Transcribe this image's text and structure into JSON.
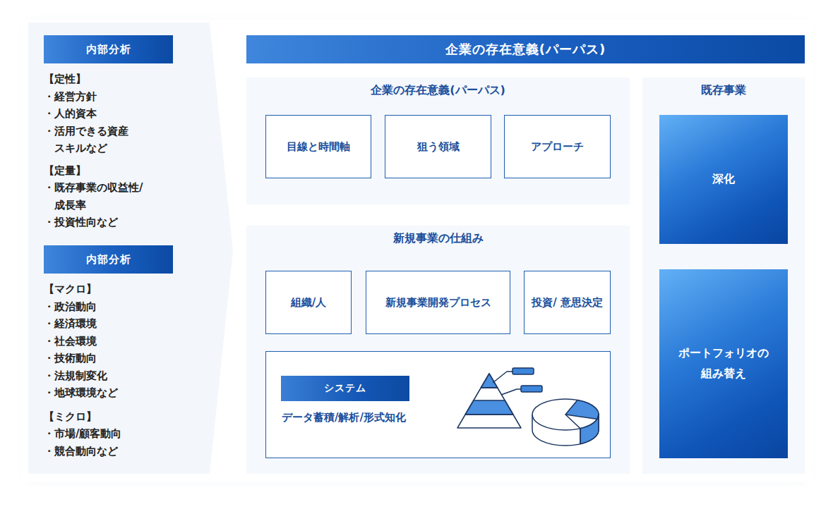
{
  "diagram": {
    "nodes": [
      {
        "text": [
          "内部分析"
        ]
      },
      {
        "text": [
          "内部分析"
        ]
      },
      {
        "text": [
          "企業の存在意義(パーパス)"
        ]
      },
      {
        "text": [
          "企業の存在意義(パーパス)"
        ]
      },
      {
        "text": [
          "目線と時間軸"
        ],
        "in": 3
      },
      {
        "text": [
          "狙う領域"
        ],
        "in": 3
      },
      {
        "text": [
          "アプローチ"
        ],
        "in": 3
      },
      {
        "text": [
          "新規事業の仕組み"
        ]
      },
      {
        "text": [
          "組織/人"
        ],
        "in": 7
      },
      {
        "text": [
          "新規事業開発プロセス"
        ],
        "in": 7
      },
      {
        "text": [
          "投資/ 意思決定"
        ],
        "in": 7
      },
      {
        "text": [
          "データ蓄積/解析/形式知化"
        ],
        "in": 7
      },
      {
        "text": [
          "システム"
        ],
        "in": 11
      },
      {
        "text": [
          "既存事業"
        ]
      },
      {
        "text": [
          "深化"
        ],
        "in": 13
      },
      {
        "text": [
          "ポートフォリオの 組み替え"
        ],
        "in": 13
      }
    ],
    "labels": [
      "【定性】",
      "・経営方針",
      "・人的資本",
      "・活用できる資産 スキルなど",
      "【定量】",
      "・既存事業の収益性/ 成長率",
      "・投資性向など",
      "【マクロ】",
      "・政治動向",
      "・経済環境",
      "・社会環境",
      "・技術動向",
      "・法規制変化",
      "・地球環境など",
      "【ミクロ】",
      "・市場/顧客動向",
      "・競合動向など"
    ]
  }
}
